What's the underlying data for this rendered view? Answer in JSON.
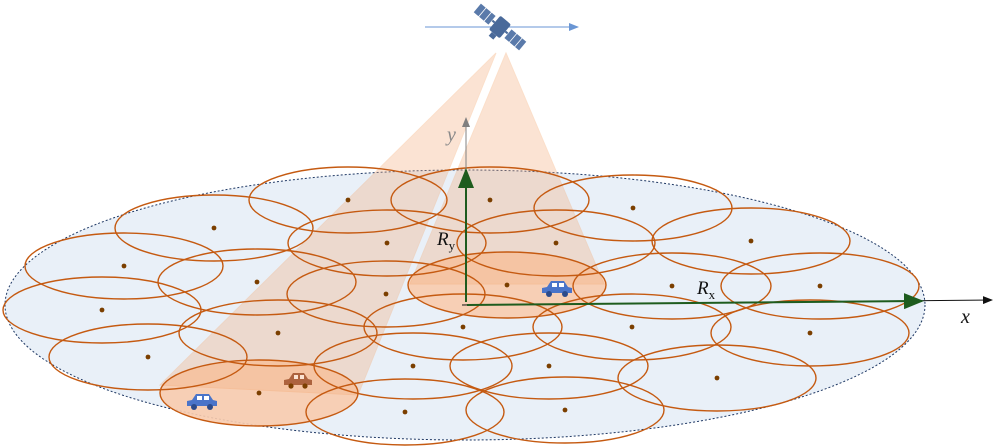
{
  "labels": {
    "y_axis": "y",
    "x_axis": "x",
    "radius_y_main": "R",
    "radius_y_sub": "y",
    "radius_x_main": "R",
    "radius_x_sub": "x"
  },
  "colors": {
    "coverage_fill": "#e9f0f8",
    "coverage_border": "#1f3864",
    "cell_border": "#c55a11",
    "cell_center": "#7b3f00",
    "beam_fill": "#f4b183",
    "beam_edge": "#f4a46a",
    "axis_green": "#1e5c1e",
    "axis_gray": "#808080",
    "car_blue": "#4a74c9",
    "car_brown": "#a0522d",
    "satellite": "#4a6a9a",
    "velocity_arrow": "#6a96d4"
  },
  "icons": {
    "satellite": "satellite-icon",
    "vehicle": "car-icon"
  }
}
